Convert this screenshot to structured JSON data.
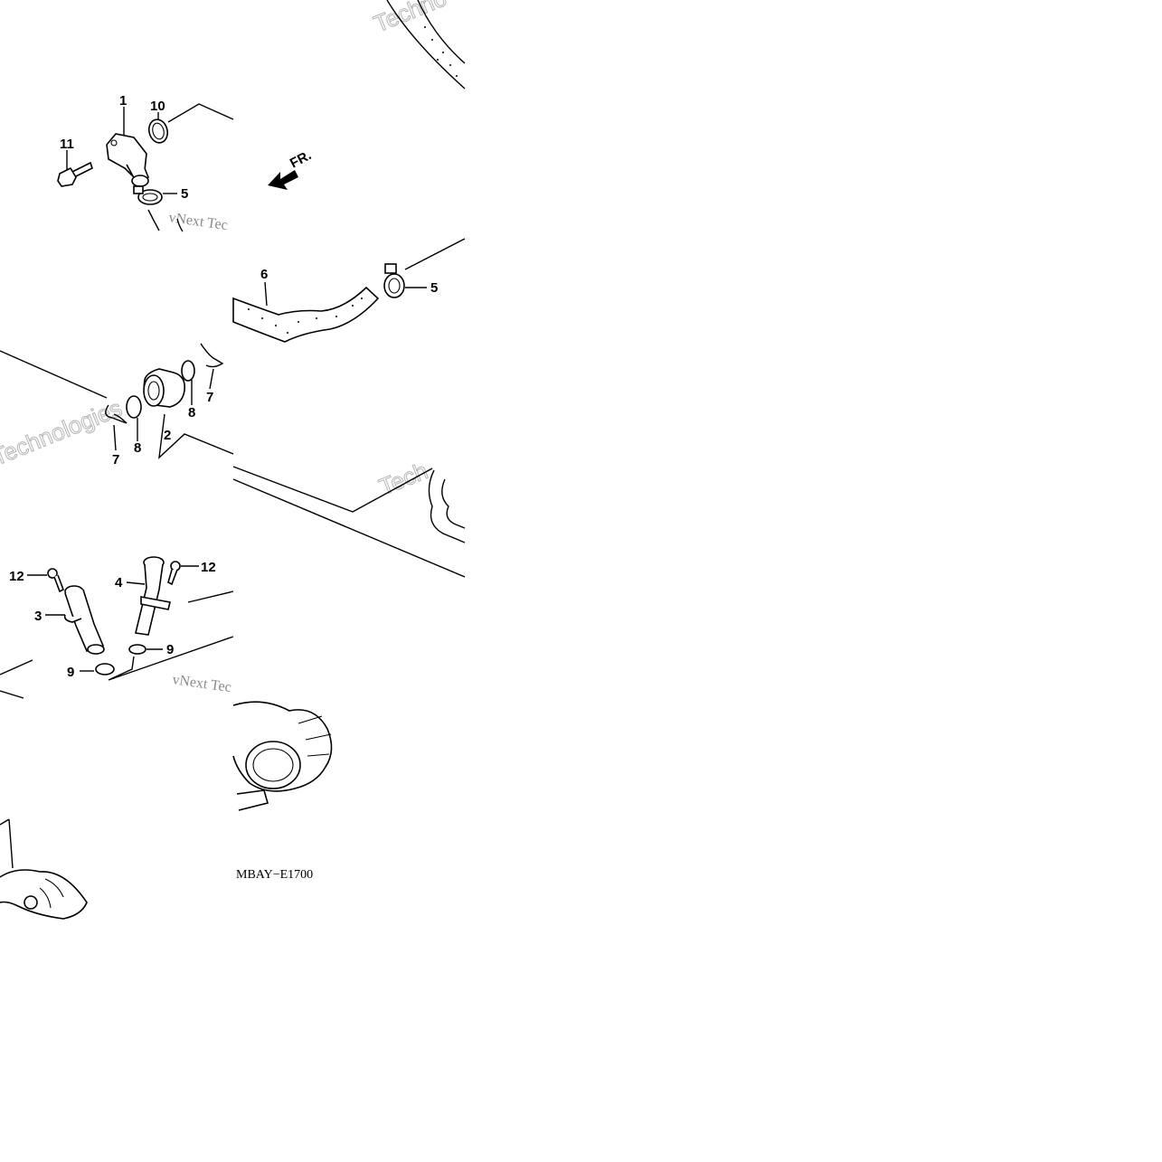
{
  "diagram": {
    "code": "MBAY−E1700",
    "direction_label": "FR.",
    "watermark_texts": [
      "vNext Tec",
      "Technologies",
      "Techno",
      "Tech"
    ]
  },
  "callouts": {
    "p1": "1",
    "p2": "2",
    "p3": "3",
    "p4": "4",
    "p5a": "5",
    "p5b": "5",
    "p6": "6",
    "p7a": "7",
    "p7b": "7",
    "p8a": "8",
    "p8b": "8",
    "p9a": "9",
    "p9b": "9",
    "p10": "10",
    "p11": "11",
    "p12a": "12",
    "p12b": "12"
  }
}
